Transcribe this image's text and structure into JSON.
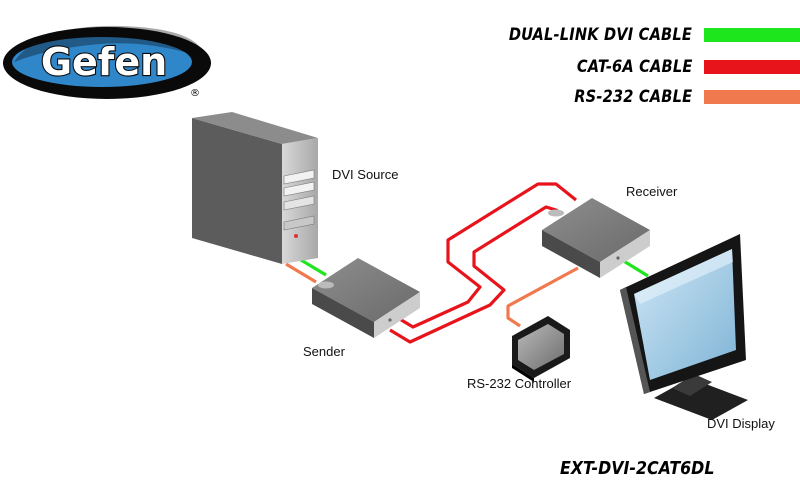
{
  "brand": {
    "name": "Gefen",
    "registered": "®"
  },
  "legend": [
    {
      "label": "DUAL-LINK DVI CABLE",
      "color": "#1de61d"
    },
    {
      "label": "CAT-6A CABLE",
      "color": "#e8141c"
    },
    {
      "label": "RS-232 CABLE",
      "color": "#f07a4e"
    }
  ],
  "devices": {
    "dvi_source": "DVI Source",
    "sender": "Sender",
    "receiver": "Receiver",
    "rs232_controller": "RS-232 Controller",
    "dvi_display": "DVI Display"
  },
  "model": "EXT-DVI-2CAT6DL"
}
